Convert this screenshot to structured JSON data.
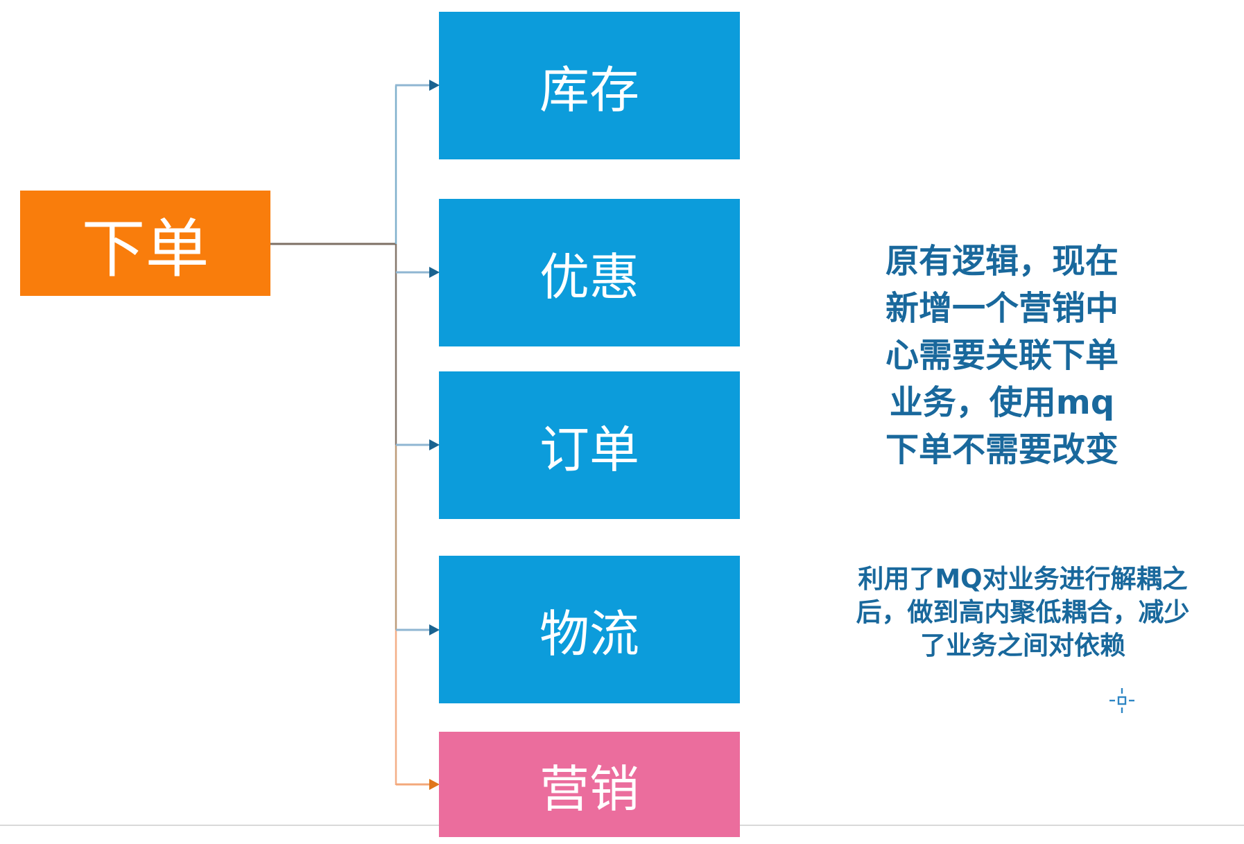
{
  "diagram": {
    "source_node": {
      "label": "下单",
      "color": "#F97D0C"
    },
    "target_nodes": [
      {
        "label": "库存",
        "color": "#0C9CDB"
      },
      {
        "label": "优惠",
        "color": "#0C9CDB"
      },
      {
        "label": "订单",
        "color": "#0C9CDB"
      },
      {
        "label": "物流",
        "color": "#0C9CDB"
      },
      {
        "label": "营销",
        "color": "#EB6D9D"
      }
    ],
    "notes": [
      {
        "lines": [
          "原有逻辑，现在",
          "新增一个营销中",
          "心需要关联下单",
          "业务，使用mq",
          "下单不需要改变"
        ]
      },
      {
        "lines": [
          "利用了MQ对业务进行解耦之",
          "后，做到高内聚低耦合，减少",
          "了业务之间对依赖"
        ]
      }
    ],
    "icons": [
      {
        "name": "crosshair-anchor-icon",
        "color": "#2E86C4"
      }
    ],
    "colors": {
      "node_blue": "#0C9CDB",
      "node_orange": "#F97D0C",
      "node_pink": "#EB6D9D",
      "node_text": "#FFFFFF",
      "annotation_text": "#19689C",
      "connector_steel_blue": "#7FB0CC",
      "connector_brown_gray": "#7D6F64",
      "connector_tan": "#BD9B79",
      "connector_salmon": "#F4AE86",
      "branch_blue": "#8FB6D2",
      "arrowhead_blue": "#1A6390",
      "branch_orange": "#F3A87B",
      "arrowhead_orange": "#E0761B",
      "boundary_line": "#D9D9D9",
      "crosshair_blue": "#2E86C4"
    }
  }
}
